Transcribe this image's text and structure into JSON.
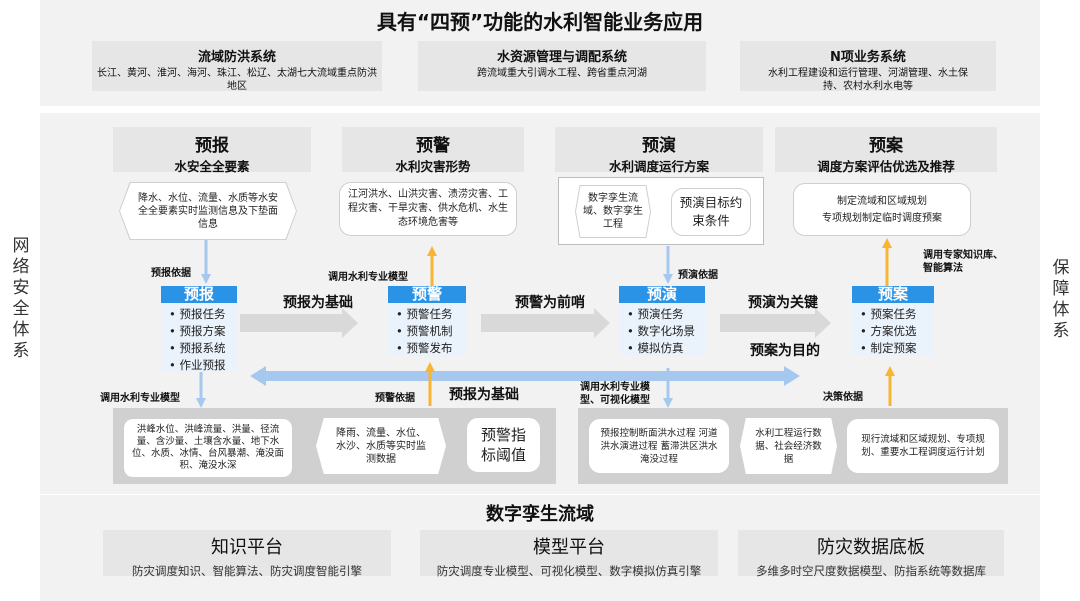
{
  "side_left": "网络安全体系",
  "side_right": "保障体系",
  "title": "具有“四预”功能的水利智能业务应用",
  "systems": [
    {
      "name": "流域防洪系统",
      "desc": "长江、黄河、淮河、海河、珠江、松辽、太湖七大流域重点防洪地区"
    },
    {
      "name": "水资源管理与调配系统",
      "desc": "跨流域重大引调水工程、跨省重点河湖"
    },
    {
      "name": "N项业务系统",
      "desc": "水利工程建设和运行管理、河湖管理、水土保持、农村水利水电等"
    }
  ],
  "columns": [
    {
      "title": "预报",
      "subtitle": "水安全全要素"
    },
    {
      "title": "预警",
      "subtitle": "水利灾害形势"
    },
    {
      "title": "预演",
      "subtitle": "水利调度运行方案"
    },
    {
      "title": "预案",
      "subtitle": "调度方案评估优选及推荐"
    }
  ],
  "top_boxes": {
    "forecast": "降水、水位、流量、水质等水安全全要素实时监测信息及下垫面信息",
    "warning": "江河洪水、山洪灾害、渍涝灾害、工程灾害、干旱灾害、供水危机、水生态环境危害等",
    "rehearsal_left": "数字孪生流域、数字孪生工程",
    "rehearsal_right": "预演目标约束条件",
    "plan": [
      "制定流域和区域规划",
      "专项规划制定临时调度预案"
    ]
  },
  "cards": [
    {
      "title": "预报",
      "items": [
        "预报任务",
        "预报方案",
        "预报系统",
        "作业预报"
      ]
    },
    {
      "title": "预警",
      "items": [
        "预警任务",
        "预警机制",
        "预警发布"
      ]
    },
    {
      "title": "预演",
      "items": [
        "预演任务",
        "数字化场景",
        "模拟仿真"
      ]
    },
    {
      "title": "预案",
      "items": [
        "预案任务",
        "方案优选",
        "制定预案"
      ]
    }
  ],
  "flow_labels": {
    "f1": "预报为基础",
    "f2": "预警为前哨",
    "f3": "预演为关键",
    "f4": "预案为目的",
    "back": "预报为基础"
  },
  "small_labels": {
    "forecast_basis": "预报依据",
    "call_model": "调用水利专业模型",
    "rehearsal_basis": "预演依据",
    "call_expert": "调用专家知识库、智能算法",
    "call_model_bottom": "调用水利专业模型",
    "warning_basis": "预警依据",
    "call_model_vis": "调用水利专业模型、可视化模型",
    "decision_basis": "决策依据"
  },
  "bottom_boxes": {
    "b1": "洪峰水位、洪峰流量、洪量、径流量、含沙量、土壤含水量、地下水位、水质、冰情、台风暴潮、淹没面积、淹没水深",
    "b2": "降雨、流量、水位、水沙、水质等实时监测数据",
    "b3": "预警指标阈值",
    "b4": "预报控制断面洪水过程 河道洪水演进过程 蓄滞洪区洪水淹没过程",
    "b5": "水利工程运行数据、社会经济数据",
    "b6": "现行流域和区域规划、专项规划、重要水工程调度运行计划"
  },
  "digital_twin": "数字孪生流域",
  "platforms": [
    {
      "name": "知识平台",
      "desc": "防灾调度知识、智能算法、防灾调度智能引擎"
    },
    {
      "name": "模型平台",
      "desc": "防灾调度专业模型、可视化模型、数字模拟仿真引擎"
    },
    {
      "name": "防灾数据底板",
      "desc": "多维多时空尺度数据模型、防指系统等数据库"
    }
  ],
  "colors": {
    "blue": "#2b93e6",
    "orange": "#f7b531",
    "light_blue": "#a6c8ee",
    "gray": "#d9d9d9"
  }
}
